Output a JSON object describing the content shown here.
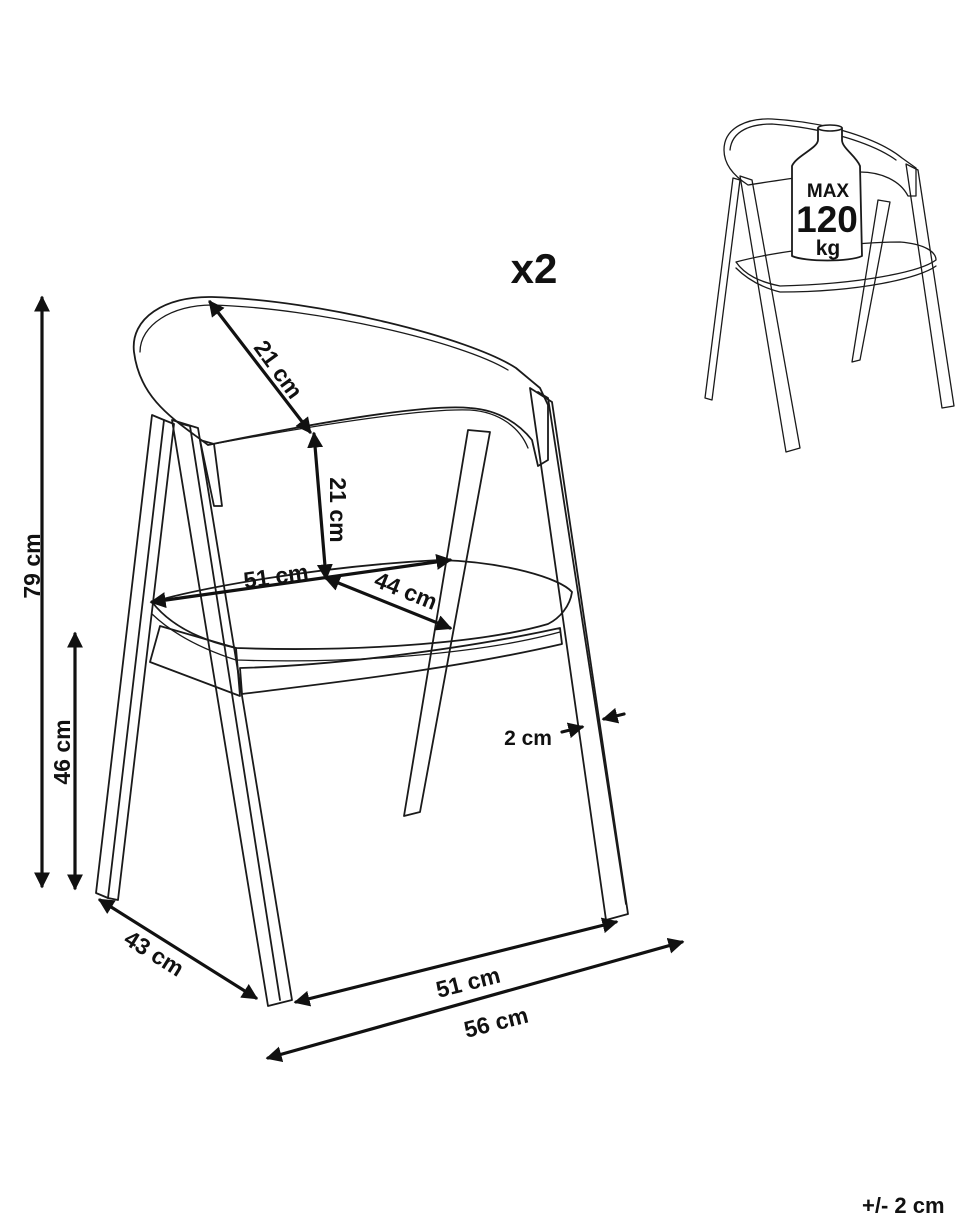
{
  "quantity": "x2",
  "load_badge": {
    "line1": "MAX",
    "line2": "120",
    "line3": "kg"
  },
  "dimensions": {
    "total_height": "79 cm",
    "seat_height": "46 cm",
    "depth": "43 cm",
    "front_width": "51 cm",
    "total_width": "56 cm",
    "seat_width": "51 cm",
    "seat_depth": "44 cm",
    "backrest_height": "21 cm",
    "backrest_depth": "21 cm",
    "leg_thickness": "2 cm"
  },
  "tolerance": "+/- 2 cm",
  "colors": {
    "line": "#1a1a1a",
    "text": "#111111",
    "background": "#ffffff"
  }
}
